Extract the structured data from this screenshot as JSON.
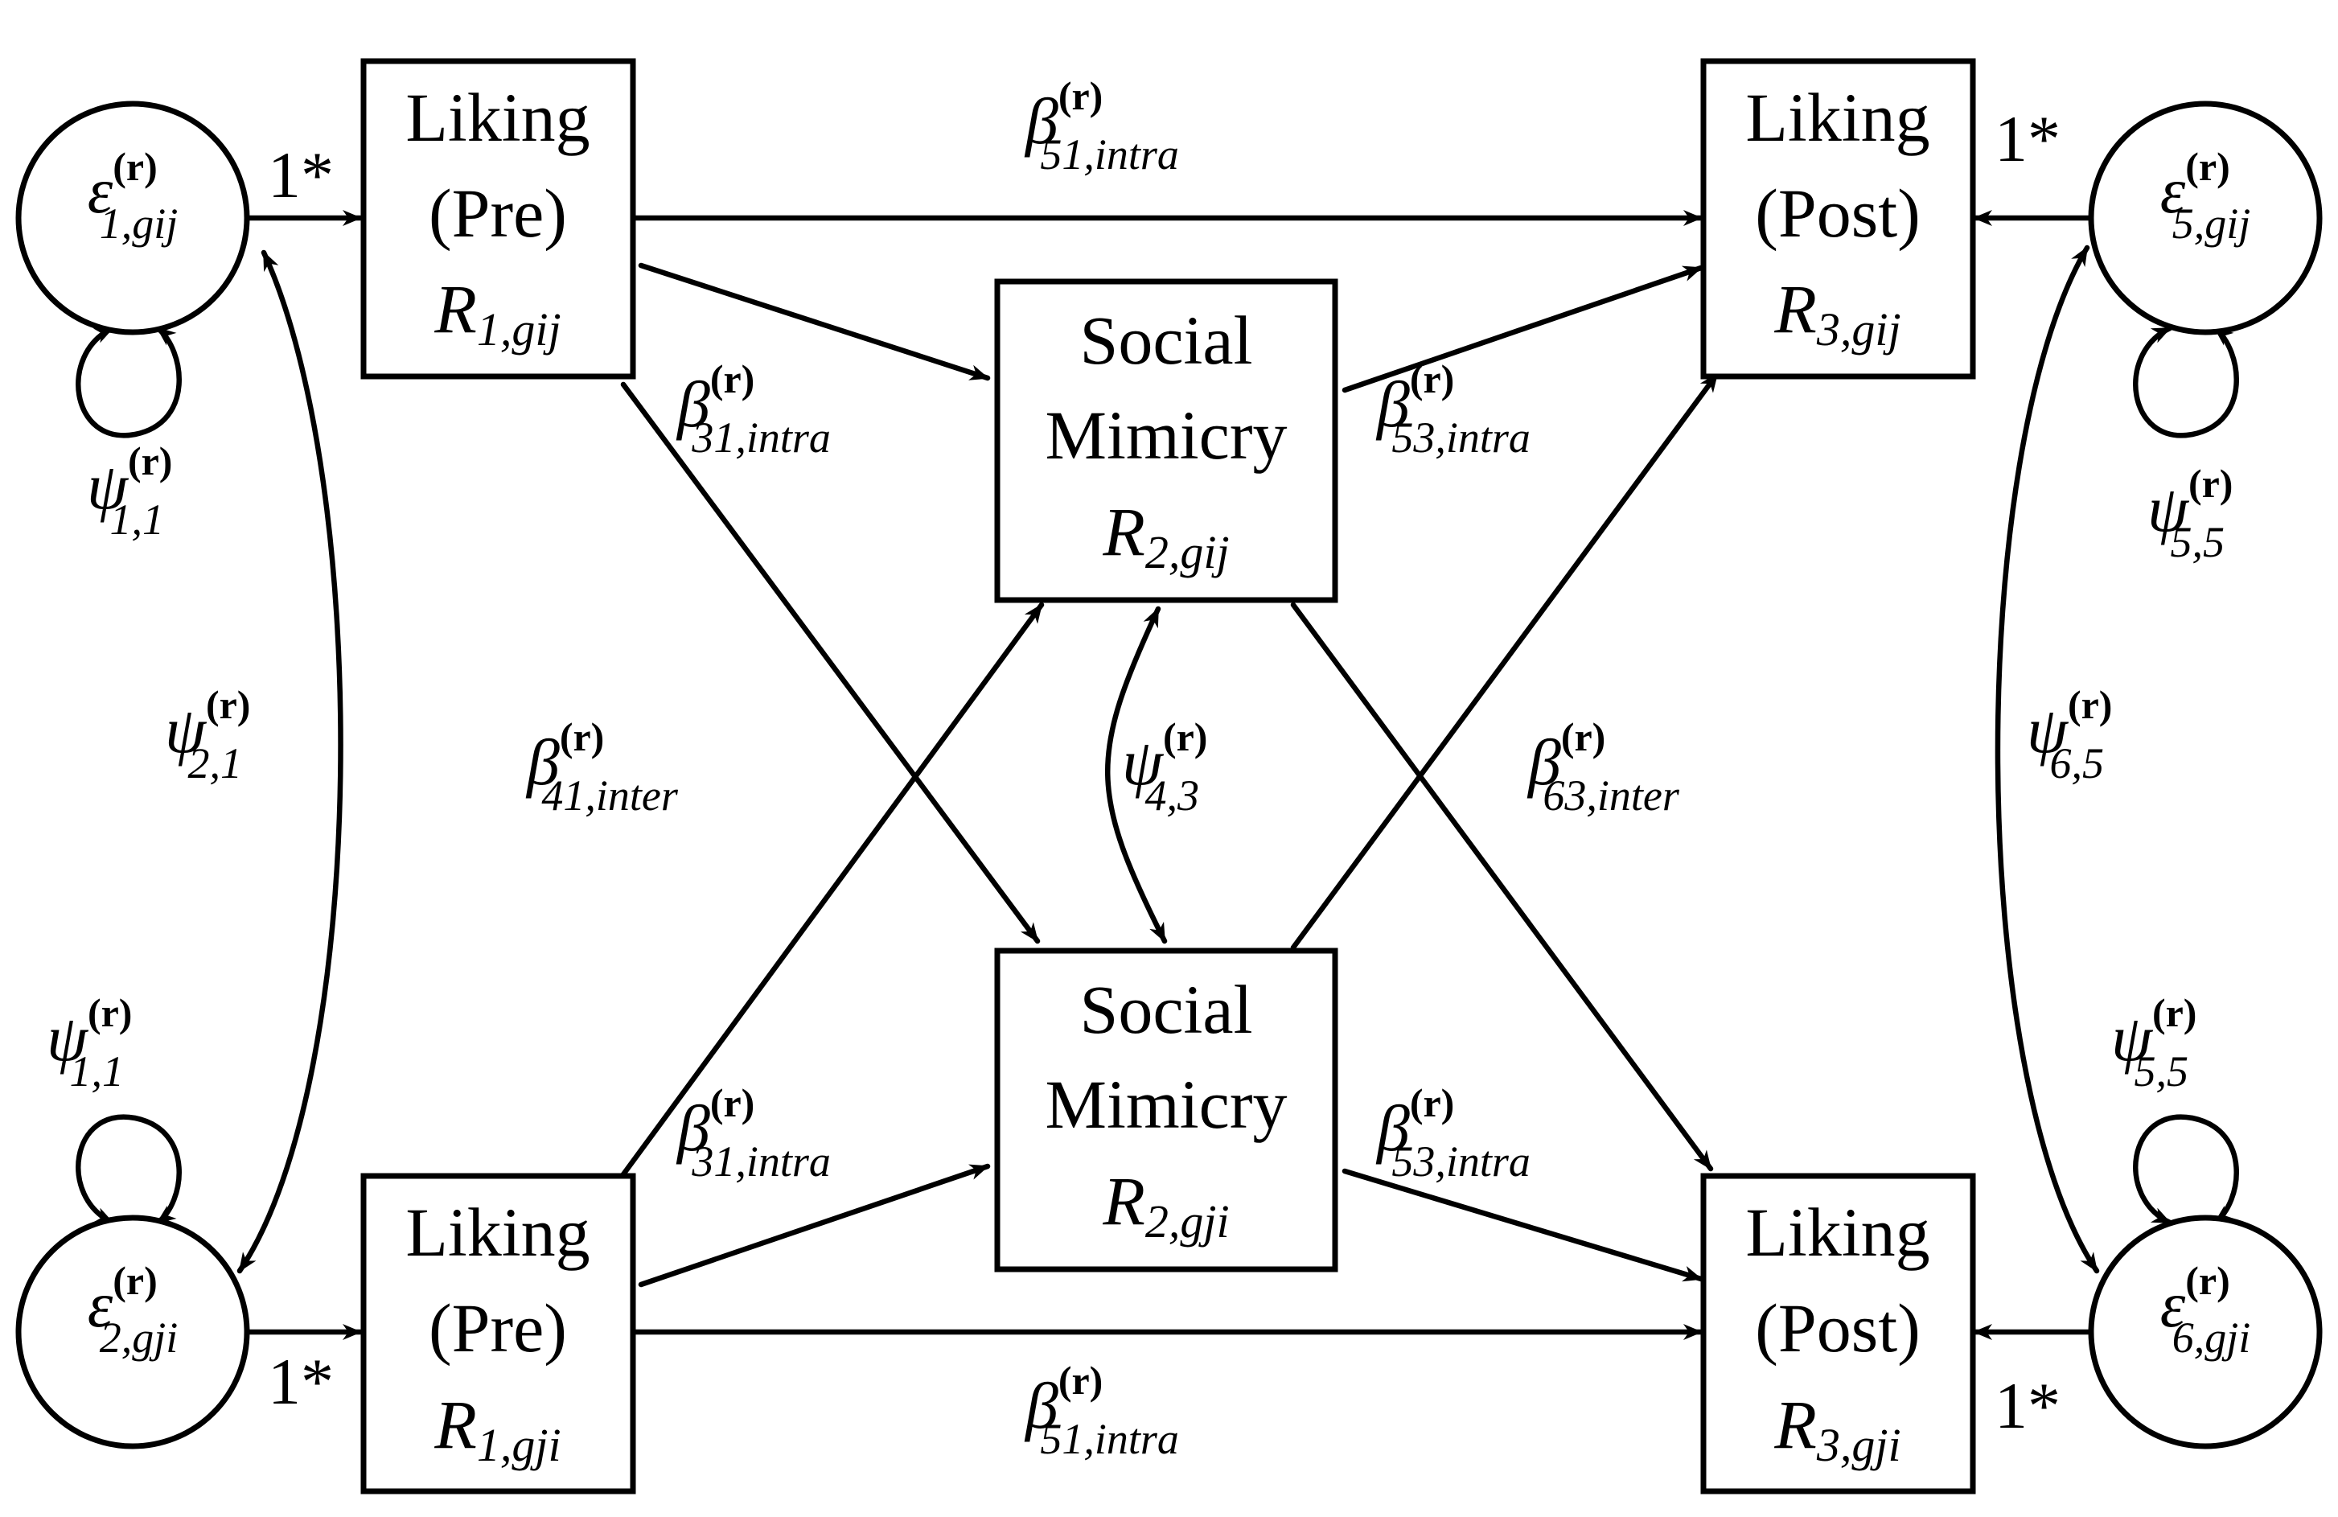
{
  "nodes": {
    "liking_pre_gij": {
      "line1": "Liking",
      "line2": "(Pre)",
      "var": "R",
      "sub": "1,gij"
    },
    "liking_pre_gji": {
      "line1": "Liking",
      "line2": "(Pre)",
      "var": "R",
      "sub": "1,gji"
    },
    "mimicry_gij": {
      "line1": "Social",
      "line2": "Mimicry",
      "var": "R",
      "sub": "2,gij"
    },
    "mimicry_gji": {
      "line1": "Social",
      "line2": "Mimicry",
      "var": "R",
      "sub": "2,gji"
    },
    "liking_post_gij": {
      "line1": "Liking",
      "line2": "(Post)",
      "var": "R",
      "sub": "3,gij"
    },
    "liking_post_gji": {
      "line1": "Liking",
      "line2": "(Post)",
      "var": "R",
      "sub": "3,gji"
    }
  },
  "errors": {
    "e1": {
      "sym": "ε",
      "sup": "(r)",
      "sub": "1,gij"
    },
    "e2": {
      "sym": "ε",
      "sup": "(r)",
      "sub": "2,gji"
    },
    "e5": {
      "sym": "ε",
      "sup": "(r)",
      "sub": "5,gij"
    },
    "e6": {
      "sym": "ε",
      "sup": "(r)",
      "sub": "6,gji"
    }
  },
  "loadings": {
    "e1": "1*",
    "e2": "1*",
    "e5": "1*",
    "e6": "1*"
  },
  "paths": {
    "b51_top": {
      "sym": "β",
      "sup": "(r)",
      "sub": "51,intra"
    },
    "b31_top": {
      "sym": "β",
      "sup": "(r)",
      "sub": "31,intra"
    },
    "b53_top": {
      "sym": "β",
      "sup": "(r)",
      "sub": "53,intra"
    },
    "b41_inter": {
      "sym": "β",
      "sup": "(r)",
      "sub": "41,inter"
    },
    "b63_inter": {
      "sym": "β",
      "sup": "(r)",
      "sub": "63,inter"
    },
    "b31_bottom": {
      "sym": "β",
      "sup": "(r)",
      "sub": "31,intra"
    },
    "b53_bottom": {
      "sym": "β",
      "sup": "(r)",
      "sub": "53,intra"
    },
    "b51_bottom": {
      "sym": "β",
      "sup": "(r)",
      "sub": "51,intra"
    }
  },
  "covariances": {
    "psi11_top": {
      "sym": "ψ",
      "sup": "(r)",
      "sub": "1,1"
    },
    "psi11_bottom": {
      "sym": "ψ",
      "sup": "(r)",
      "sub": "1,1"
    },
    "psi21": {
      "sym": "ψ",
      "sup": "(r)",
      "sub": "2,1"
    },
    "psi43": {
      "sym": "ψ",
      "sup": "(r)",
      "sub": "4,3"
    },
    "psi55_top": {
      "sym": "ψ",
      "sup": "(r)",
      "sub": "5,5"
    },
    "psi55_bottom": {
      "sym": "ψ",
      "sup": "(r)",
      "sub": "5,5"
    },
    "psi65": {
      "sym": "ψ",
      "sup": "(r)",
      "sub": "6,5"
    }
  }
}
